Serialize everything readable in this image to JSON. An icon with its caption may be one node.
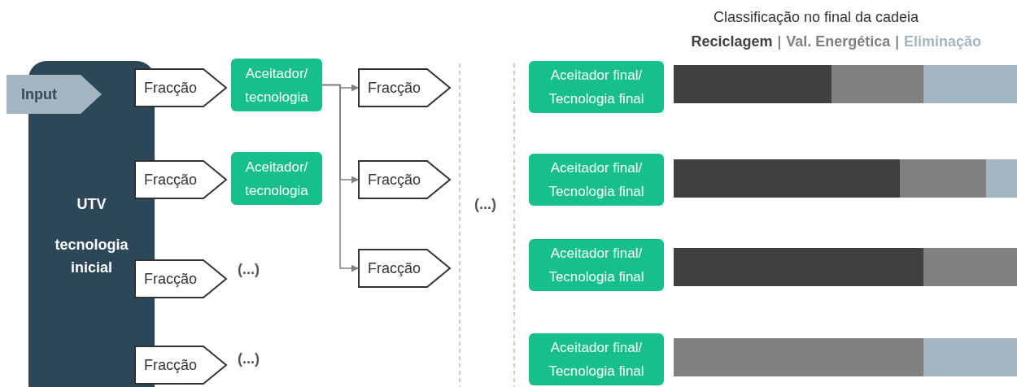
{
  "diagram": {
    "title": "Classificação no final da cadeia",
    "nodes": [
      {
        "text": [
          "Input"
        ]
      },
      {
        "text": [
          "UTV",
          "tecnologia inicial"
        ]
      },
      {
        "text": [
          "Fracção"
        ]
      },
      {
        "text": [
          "Fracção"
        ]
      },
      {
        "text": [
          "Fracção"
        ]
      },
      {
        "text": [
          "Fracção"
        ]
      },
      {
        "text": [
          "Aceitador/ tecnologia"
        ]
      },
      {
        "text": [
          "Aceitador/ tecnologia"
        ]
      },
      {
        "text": [
          "Fracção"
        ]
      },
      {
        "text": [
          "Fracção"
        ]
      },
      {
        "text": [
          "Fracção"
        ]
      },
      {
        "text": [
          "Aceitador final/ Tecnologia final"
        ]
      },
      {
        "text": [
          "Aceitador final/ Tecnologia final"
        ]
      },
      {
        "text": [
          "Aceitador final/ Tecnologia final"
        ]
      },
      {
        "text": [
          "Aceitador final/ Tecnologia final"
        ]
      }
    ],
    "edges": [
      {
        "from": 6,
        "to": 8,
        "arrow": "to"
      },
      {
        "from": 6,
        "to": 9,
        "arrow": "to"
      },
      {
        "from": 6,
        "to": 10,
        "arrow": "to"
      }
    ],
    "labels": [
      "|",
      "|",
      "(...)",
      "(...)",
      "(...)"
    ],
    "legend": [
      {
        "text": "Reciclagem",
        "color": "#404040"
      },
      {
        "text": "Val. Energética",
        "color": "#808080"
      },
      {
        "text": "Eliminação",
        "color": "#a3b5c0"
      }
    ]
  }
}
